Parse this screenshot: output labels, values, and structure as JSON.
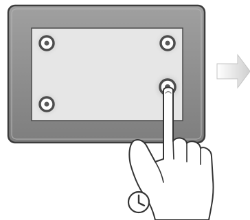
{
  "illustration": {
    "device": {
      "frame_color": "#8f8f8f",
      "frame_border_color": "#3c3c3c",
      "screen_color": "#e6e6e6",
      "screen_border_color": "#4a4a4a"
    },
    "calibration_targets": [
      {
        "name": "target-top-left",
        "highlighted": false
      },
      {
        "name": "target-top-right",
        "highlighted": false
      },
      {
        "name": "target-bottom-left",
        "highlighted": false
      },
      {
        "name": "target-bottom-right",
        "highlighted": true
      }
    ],
    "target_colors": {
      "halo": "#d9d9d9",
      "ring": "#4d4d4d",
      "inner": "#ffffff",
      "dot": "#5a5a5a"
    },
    "hand": {
      "action": "press-and-hold",
      "fill": "#ffffff",
      "stroke": "#333333"
    },
    "clock_icon": {
      "meaning": "hold",
      "stroke": "#333333"
    },
    "next_arrow": {
      "direction": "right",
      "color": "#d0d0d0"
    }
  }
}
